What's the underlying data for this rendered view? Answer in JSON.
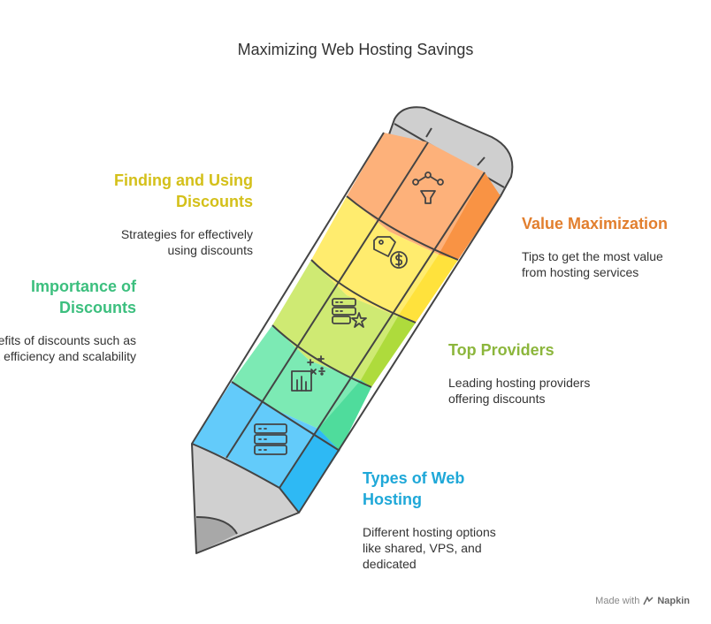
{
  "title": "Maximizing Web Hosting Savings",
  "sections": {
    "finding": {
      "heading": "Finding and Using Discounts",
      "desc": "Strategies for effectively using discounts",
      "color": "#D4C01A"
    },
    "value": {
      "heading": "Value Maximization",
      "desc": "Tips to get the most value from hosting services",
      "color": "#E27F2E"
    },
    "importance": {
      "heading": "Importance of Discounts",
      "desc": "Benefits of discounts such as cost efficiency and scalability",
      "color": "#3CBF7E"
    },
    "providers": {
      "heading": "Top Providers",
      "desc": "Leading hosting providers offering discounts",
      "color": "#8CB63C"
    },
    "types": {
      "heading": "Types of Web Hosting",
      "desc": "Different hosting options like shared, VPS, and dedicated",
      "color": "#1FA8D8"
    }
  },
  "icons": [
    "filter-network-icon",
    "price-tag-dollar-icon",
    "server-star-icon",
    "calculator-chart-icon",
    "server-stack-icon"
  ],
  "footer": {
    "made_with": "Made with",
    "brand": "Napkin"
  }
}
